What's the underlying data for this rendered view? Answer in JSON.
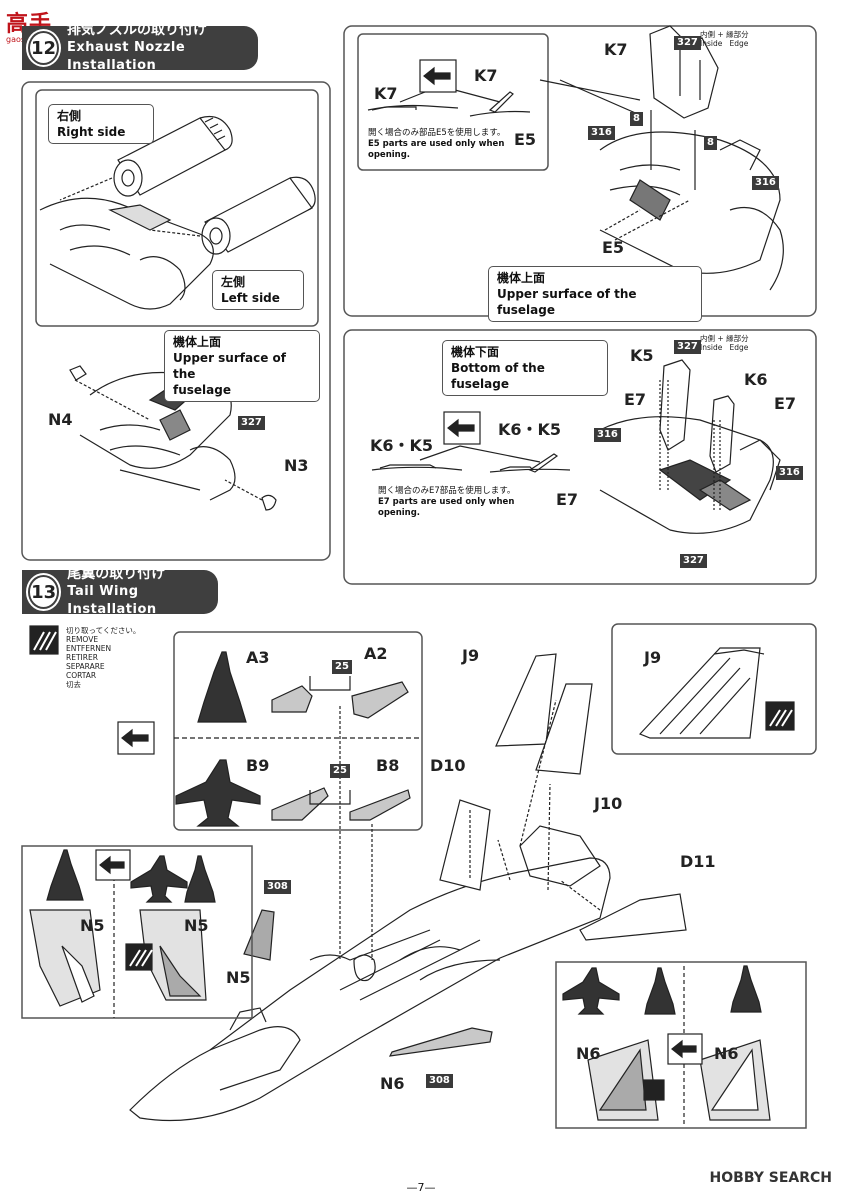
{
  "site_logo": {
    "text": "高手",
    "sub": "gaoshou.com"
  },
  "step12": {
    "number": "12",
    "title_jp": "排気ノズルの取り付け",
    "title_en": "Exhaust Nozzle Installation",
    "right_side_jp": "右側",
    "right_side_en": "Right side",
    "left_side_jp": "左側",
    "left_side_en": "Left side",
    "upper_fuselage_jp": "機体上面",
    "upper_fuselage_en_1": "Upper surface of the",
    "upper_fuselage_en_2": "fuselage",
    "part_n4": "N4",
    "part_n3": "N3",
    "paint_327": "327",
    "top_panel": {
      "k7_a": "K7",
      "k7_b": "K7",
      "e5_a": "E5",
      "note_jp": "開く場合のみ部品E5を使用します。",
      "note_en_1": "E5 parts are used only when",
      "note_en_2": "opening.",
      "k7_main": "K7",
      "paint_327": "327",
      "inside_jp": "内側",
      "inside_en": "Inside",
      "edge_jp": "縁部分",
      "edge_en": "Edge",
      "plus": "+",
      "paint_316_a": "316",
      "paint_316_b": "316",
      "eight_a": "8",
      "eight_b": "8",
      "e5_main": "E5",
      "upper_jp": "機体上面",
      "upper_en": "Upper surface of the fuselage"
    },
    "bottom_panel": {
      "bottom_jp": "機体下面",
      "bottom_en": "Bottom of the fuselage",
      "k6k5_a": "K6・K5",
      "k6k5_b": "K6・K5",
      "e7_a": "E7",
      "note_jp": "開く場合のみE7部品を使用します。",
      "note_en_1": "E7 parts are used only when",
      "note_en_2": "opening.",
      "k5": "K5",
      "k6": "K6",
      "e7_left": "E7",
      "e7_right": "E7",
      "paint_327_top": "327",
      "paint_327_bottom": "327",
      "paint_316_left": "316",
      "paint_316_right": "316",
      "inside_jp": "内側",
      "inside_en": "Inside",
      "edge_jp": "縁部分",
      "edge_en": "Edge",
      "plus": "+"
    }
  },
  "step13": {
    "number": "13",
    "title_jp": "尾翼の取り付け",
    "title_en": "Tail Wing Installation",
    "cut_jp": "切り取ってください。",
    "cut_langs": [
      "REMOVE",
      "ENTFERNEN",
      "RETIRER",
      "SEPARARE",
      "CORTAR",
      "切去"
    ],
    "parts": {
      "a3": "A3",
      "a2": "A2",
      "b9": "B9",
      "b8": "B8",
      "j9": "J9",
      "j10": "J10",
      "d10": "D10",
      "d11": "D11",
      "n5_a": "N5",
      "n5_b": "N5",
      "n5_c": "N5",
      "n6_a": "N6",
      "n6_b": "N6",
      "n6_c": "N6",
      "j9_detail": "J9"
    },
    "paints": {
      "p25_a": "25",
      "p25_b": "25",
      "p308_a": "308",
      "p308_b": "308"
    }
  },
  "footer": {
    "page": "—7—",
    "watermark": "HOBBY SEARCH"
  }
}
